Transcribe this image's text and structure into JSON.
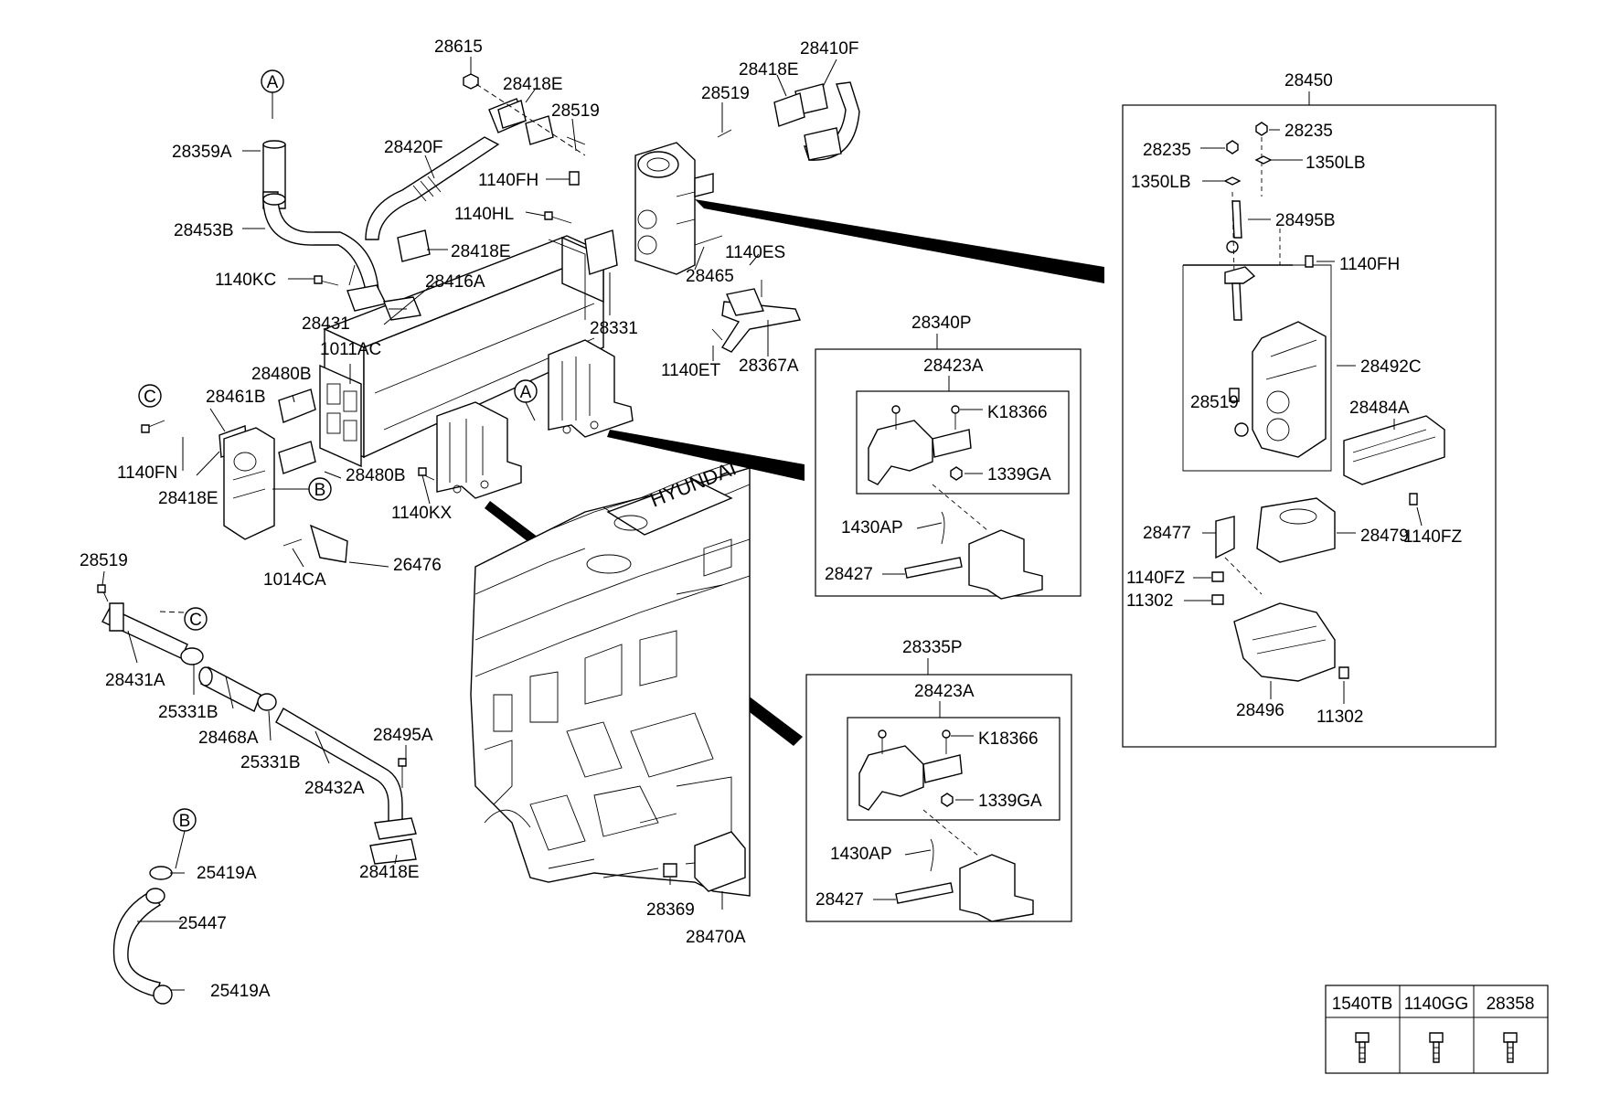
{
  "callouts": [
    {
      "id": "A1",
      "letter": "A"
    },
    {
      "id": "A2",
      "letter": "A"
    },
    {
      "id": "B1",
      "letter": "B"
    },
    {
      "id": "B2",
      "letter": "B"
    },
    {
      "id": "C1",
      "letter": "C"
    },
    {
      "id": "C2",
      "letter": "C"
    }
  ],
  "labels": {
    "p28615": "28615",
    "p28410F": "28410F",
    "p28418E_a": "28418E",
    "p28418E_b": "28418E",
    "p28519_a": "28519",
    "p28519_b": "28519",
    "p28359A": "28359A",
    "p28420F": "28420F",
    "p1140FH_a": "1140FH",
    "p28453B": "28453B",
    "p1140HL": "1140HL",
    "p28418E_c": "28418E",
    "p1140ES": "1140ES",
    "p1140KC": "1140KC",
    "p28416A": "28416A",
    "p28465": "28465",
    "p28431": "28431",
    "p28331": "28331",
    "p1011AC": "1011AC",
    "p1140ET": "1140ET",
    "p28367A": "28367A",
    "p28480B_a": "28480B",
    "p28461B": "28461B",
    "p1140FN": "1140FN",
    "p28480B_b": "28480B",
    "p28418E_d": "28418E",
    "p1140KX": "1140KX",
    "p1014CA": "1014CA",
    "p26476": "26476",
    "p28519_c": "28519",
    "p28431A": "28431A",
    "p25331B_a": "25331B",
    "p28468A": "28468A",
    "p25331B_b": "25331B",
    "p28495A": "28495A",
    "p28432A": "28432A",
    "p28418E_e": "28418E",
    "p25419A_a": "25419A",
    "p25447": "25447",
    "p25419A_b": "25419A",
    "p28369": "28369",
    "p28470A": "28470A",
    "p28340P": "28340P",
    "p28423A_a": "28423A",
    "pK18366_a": "K18366",
    "p1339GA_a": "1339GA",
    "p1430AP_a": "1430AP",
    "p28427_a": "28427",
    "p28335P": "28335P",
    "p28423A_b": "28423A",
    "pK18366_b": "K18366",
    "p1339GA_b": "1339GA",
    "p1430AP_b": "1430AP",
    "p28427_b": "28427",
    "p28450": "28450",
    "p28235_a": "28235",
    "p28235_b": "28235",
    "p1350LB_a": "1350LB",
    "p1350LB_b": "1350LB",
    "p28495B": "28495B",
    "p1140FH_b": "1140FH",
    "p28492C": "28492C",
    "p28519_d": "28519",
    "p28484A": "28484A",
    "p28477": "28477",
    "p28479": "28479",
    "p1140FZ_a": "1140FZ",
    "p1140FZ_b": "1140FZ",
    "p11302_a": "11302",
    "p28496": "28496",
    "p11302_b": "11302"
  },
  "engine_brand": "HYUNDAI",
  "fastener_table": {
    "headers": [
      "1540TB",
      "1140GG",
      "28358"
    ]
  }
}
